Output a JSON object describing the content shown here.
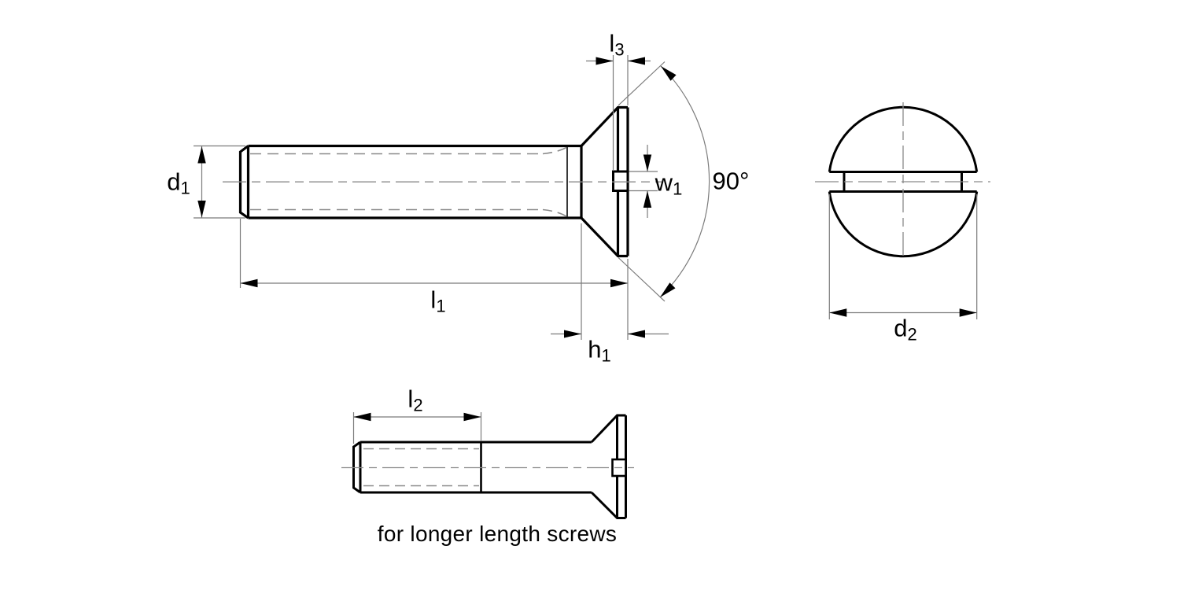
{
  "diagram": {
    "caption": "for longer length screws",
    "angle_label": "90°",
    "dimension_labels": {
      "d1": {
        "base": "d",
        "sub": "1"
      },
      "l1": {
        "base": "l",
        "sub": "1"
      },
      "h1": {
        "base": "h",
        "sub": "1"
      },
      "l3": {
        "base": "l",
        "sub": "3"
      },
      "w1": {
        "base": "w",
        "sub": "1"
      },
      "d2": {
        "base": "d",
        "sub": "2"
      },
      "l2": {
        "base": "l",
        "sub": "2"
      }
    },
    "colors": {
      "outline": "#000000",
      "thin_line": "#7b7b7b",
      "center_line": "#8a8a8a",
      "thread_line": "#8a8a8a",
      "arrow": "#000000",
      "text": "#000000",
      "background": "#ffffff"
    }
  }
}
